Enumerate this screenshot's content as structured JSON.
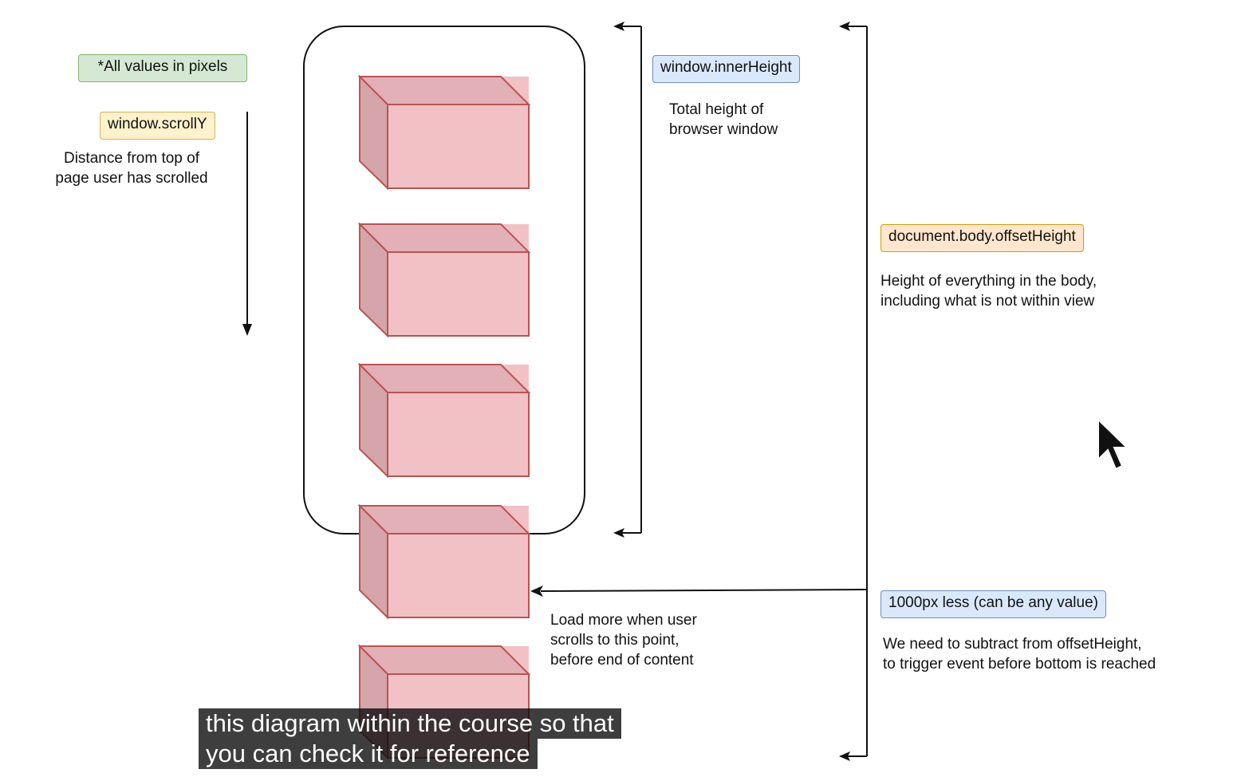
{
  "note": "*All values in pixels",
  "scroll": {
    "tag": "window.scrollY",
    "description": "Distance from top of\npage user has scrolled"
  },
  "inner_height": {
    "tag": "window.innerHeight",
    "description": "Total height of\nbrowser window"
  },
  "offset_height": {
    "tag": "document.body.offsetHeight",
    "description": "Height of everything in the body,\nincluding what is not within view"
  },
  "threshold": {
    "tag": "1000px less (can be any value)",
    "description": "We need to subtract from offsetHeight,\nto trigger event before bottom is reached"
  },
  "load_point": {
    "description": "Load more when user\nscrolls to this point,\nbefore end of content"
  },
  "caption": {
    "line1": "this diagram within the course so that",
    "line2": "you can check it for reference"
  },
  "colors": {
    "box_front": "#f1c1c6",
    "box_top": "#e3b0b7",
    "box_side": "#d6a4ab",
    "box_stroke": "#b85450",
    "note_fill": "#d5e8d4",
    "note_stroke": "#82b366",
    "scroll_fill": "#fff2cc",
    "scroll_stroke": "#d6b656",
    "inner_fill": "#dae8fc",
    "inner_stroke": "#6c8ebf",
    "offset_fill": "#ffe6cc",
    "offset_stroke": "#d79b00",
    "threshold_fill": "#dae8fc",
    "threshold_stroke": "#6c8ebf"
  }
}
